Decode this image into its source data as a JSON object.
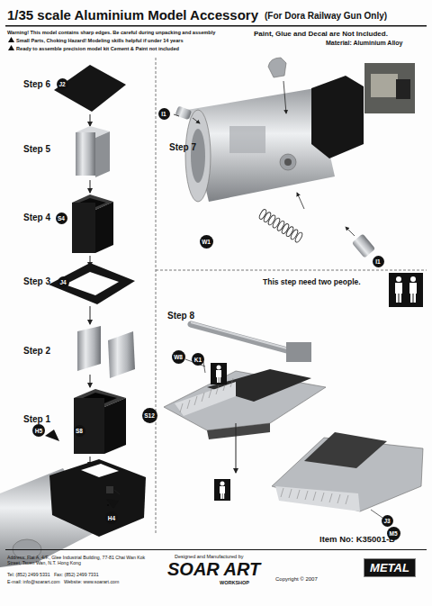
{
  "diagram": {
    "title": "1/35 scale Aluminium Model Accessory",
    "nodes": [
      {
        "text": [
          "J2"
        ]
      },
      {
        "text": [
          "S4"
        ]
      },
      {
        "text": [
          "J4"
        ]
      },
      {
        "text": [
          "S12"
        ]
      },
      {
        "text": [
          "S8"
        ]
      },
      {
        "text": [
          "H5"
        ]
      },
      {
        "text": [
          "H4"
        ]
      },
      {
        "text": [
          "I1"
        ]
      },
      {
        "text": [
          "W1"
        ]
      },
      {
        "text": [
          "I1"
        ]
      },
      {
        "text": [
          "W8"
        ]
      },
      {
        "text": [
          "K1"
        ]
      },
      {
        "text": [
          "J3"
        ]
      },
      {
        "text": [
          "M5"
        ]
      },
      {
        "text": [
          "METAL"
        ]
      }
    ],
    "labels": [
      "(For Dora Railway Gun Only)",
      "Warning! This model contains sharp edges. Be careful during unpacking and assembly",
      "Paint, Glue and Decal are Not Included.",
      "Material: Aluminium Alloy",
      "Small Parts, Choking Hazard! Modeling skills helpful if under 14 years",
      "Ready to assemble precision model kit Cement & Paint not included",
      "Step 6",
      "Step 5",
      "Step 4",
      "Step 3",
      "Step 2",
      "Step 1",
      "Step 7",
      "This step need two people.",
      "Step 8",
      "Item No: K35001-B",
      "Address: Flat A, 4/F., Glee Industrial Building, 77-81 Chai Wan Kok Street, Tsuen Wan, N.T. Hong Kong",
      "Tel: (852) 2499 5331   Fax: (852) 2499 7331",
      "E-mail: info@soarart.com   Website: www.soarart.com",
      "Designed and Manufactured by",
      "SOAR ART",
      "WORKSHOP",
      "Copyright © 2007"
    ]
  }
}
